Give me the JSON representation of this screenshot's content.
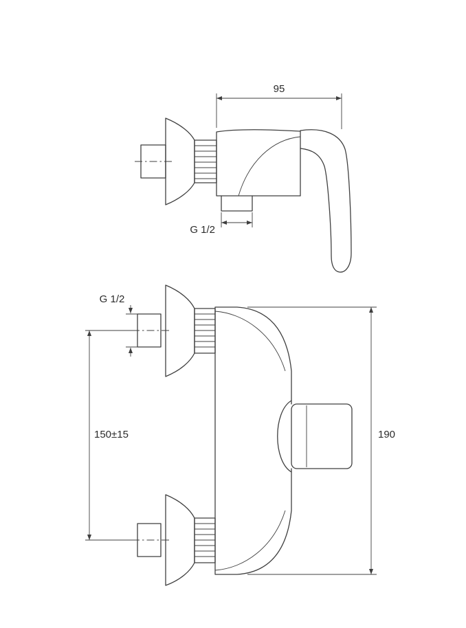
{
  "drawing": {
    "type": "technical-dimension-drawing",
    "subject": "wall-mounted-single-lever-shower-mixer",
    "line_color": "#3f3f3f",
    "background_color": "#ffffff",
    "side_view": {
      "width_label": "95",
      "outlet_thread_label": "G 1/2"
    },
    "front_view": {
      "inlet_thread_label": "G 1/2",
      "inlet_spacing_label": "150±15",
      "height_label": "190"
    }
  }
}
